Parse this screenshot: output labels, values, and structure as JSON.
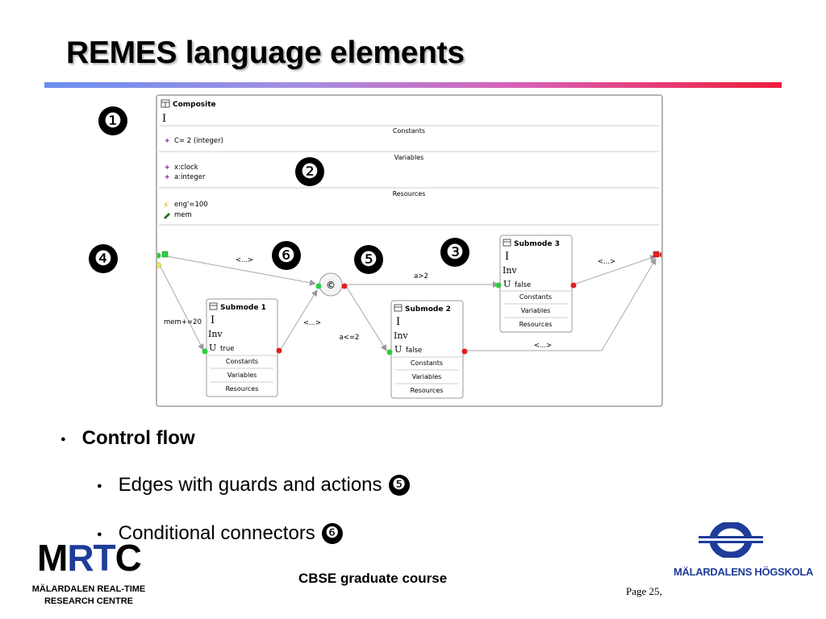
{
  "title": "REMES language elements",
  "composite": {
    "name": "Composite",
    "invariant": "I",
    "sections": {
      "constants": "Constants",
      "variables": "Variables",
      "resources": "Resources"
    },
    "constants": [
      "C= 2 (integer)"
    ],
    "variables": [
      "x:clock",
      "a:integer"
    ],
    "resources": [
      "eng'=100",
      "mem"
    ]
  },
  "submodes": [
    {
      "name": "Submode 1",
      "invariant": "I",
      "inv2": "Inv",
      "urgent": "U",
      "urgent_value": "true",
      "rows": [
        "Constants",
        "Variables",
        "Resources"
      ]
    },
    {
      "name": "Submode 2",
      "invariant": "I",
      "inv2": "Inv",
      "urgent": "U",
      "urgent_value": "false",
      "rows": [
        "Constants",
        "Variables",
        "Resources"
      ]
    },
    {
      "name": "Submode 3",
      "invariant": "I",
      "inv2": "Inv",
      "urgent": "U",
      "urgent_value": "false",
      "rows": [
        "Constants",
        "Variables",
        "Resources"
      ]
    }
  ],
  "connector": "C",
  "edges": {
    "entry_to_connector": "<...>",
    "entry_to_submode1": "mem+=20",
    "submode1_to_connector": "<...>",
    "connector_to_submode2": "a<=2",
    "connector_to_submode3": "a>2",
    "submode3_to_exit": "<...>",
    "submode2_to_exit": "<...>"
  },
  "badges": [
    "❶",
    "❷",
    "❸",
    "❹",
    "❺",
    "❻"
  ],
  "bullets": {
    "control_flow": "Control flow",
    "edges": "Edges with guards and actions",
    "edges_badge": "❺",
    "connectors": "Conditional connectors",
    "connectors_badge": "❻"
  },
  "footer": {
    "course": "CBSE graduate course",
    "page": "Page 25,",
    "mrtc_m": "M",
    "mrtc_rt": "RT",
    "mrtc_c": "C",
    "mrtc_sub1": "MÄLARDALEN REAL-TIME",
    "mrtc_sub2": "RESEARCH CENTRE",
    "mdh": "MÄLARDALENS HÖGSKOLA"
  },
  "colors": {
    "entry_green": "#2ecc40",
    "exit_red": "#e02020",
    "entry_yellow": "#f2e64a",
    "accent_blue": "#1f3c9a"
  }
}
